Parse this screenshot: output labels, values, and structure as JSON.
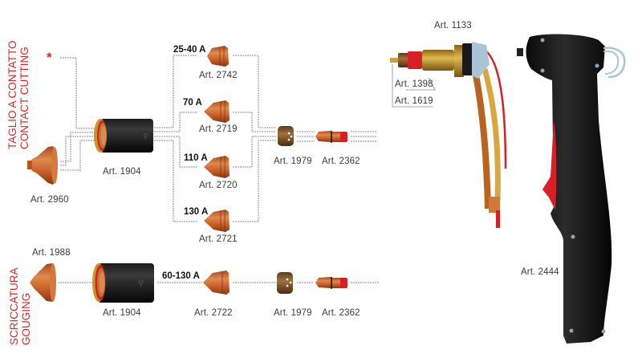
{
  "sections": {
    "contact_cutting": {
      "title_it": "TAGLIO A CONTATTO",
      "title_en": "CONTACT CUTTING",
      "marker": "*"
    },
    "gouging": {
      "title_it": "SCRICCATURA",
      "title_en": "GOUGING"
    }
  },
  "contact_cutting_parts": {
    "nozzle_guard": "Art. 2960",
    "shield_cup": "Art. 1904",
    "nozzles": [
      {
        "amperage": "25-40 A",
        "article": "Art. 2742"
      },
      {
        "amperage": "70 A",
        "article": "Art. 2719"
      },
      {
        "amperage": "110 A",
        "article": "Art. 2720"
      },
      {
        "amperage": "130 A",
        "article": "Art. 2721"
      }
    ],
    "diffuser": "Art. 1979",
    "electrode": "Art. 2362"
  },
  "gouging_parts": {
    "nozzle_guard": "Art. 1988",
    "shield_cup": "Art. 1904",
    "nozzle": {
      "amperage": "60-130 A",
      "article": "Art. 2722"
    },
    "diffuser": "Art. 1979",
    "electrode": "Art. 2362"
  },
  "torch": {
    "torch_head": "Art. 1133",
    "insulator": "Art. 1398",
    "pin": "Art. 1619",
    "handle": "Art. 2444"
  },
  "colors": {
    "title_red": "#d42a2a",
    "copper": "#c8612a",
    "brass": "#c89a3a",
    "handle_black": "#1a1a1a",
    "trigger_red": "#d81f26",
    "connector_line": "#8a8a8a"
  }
}
